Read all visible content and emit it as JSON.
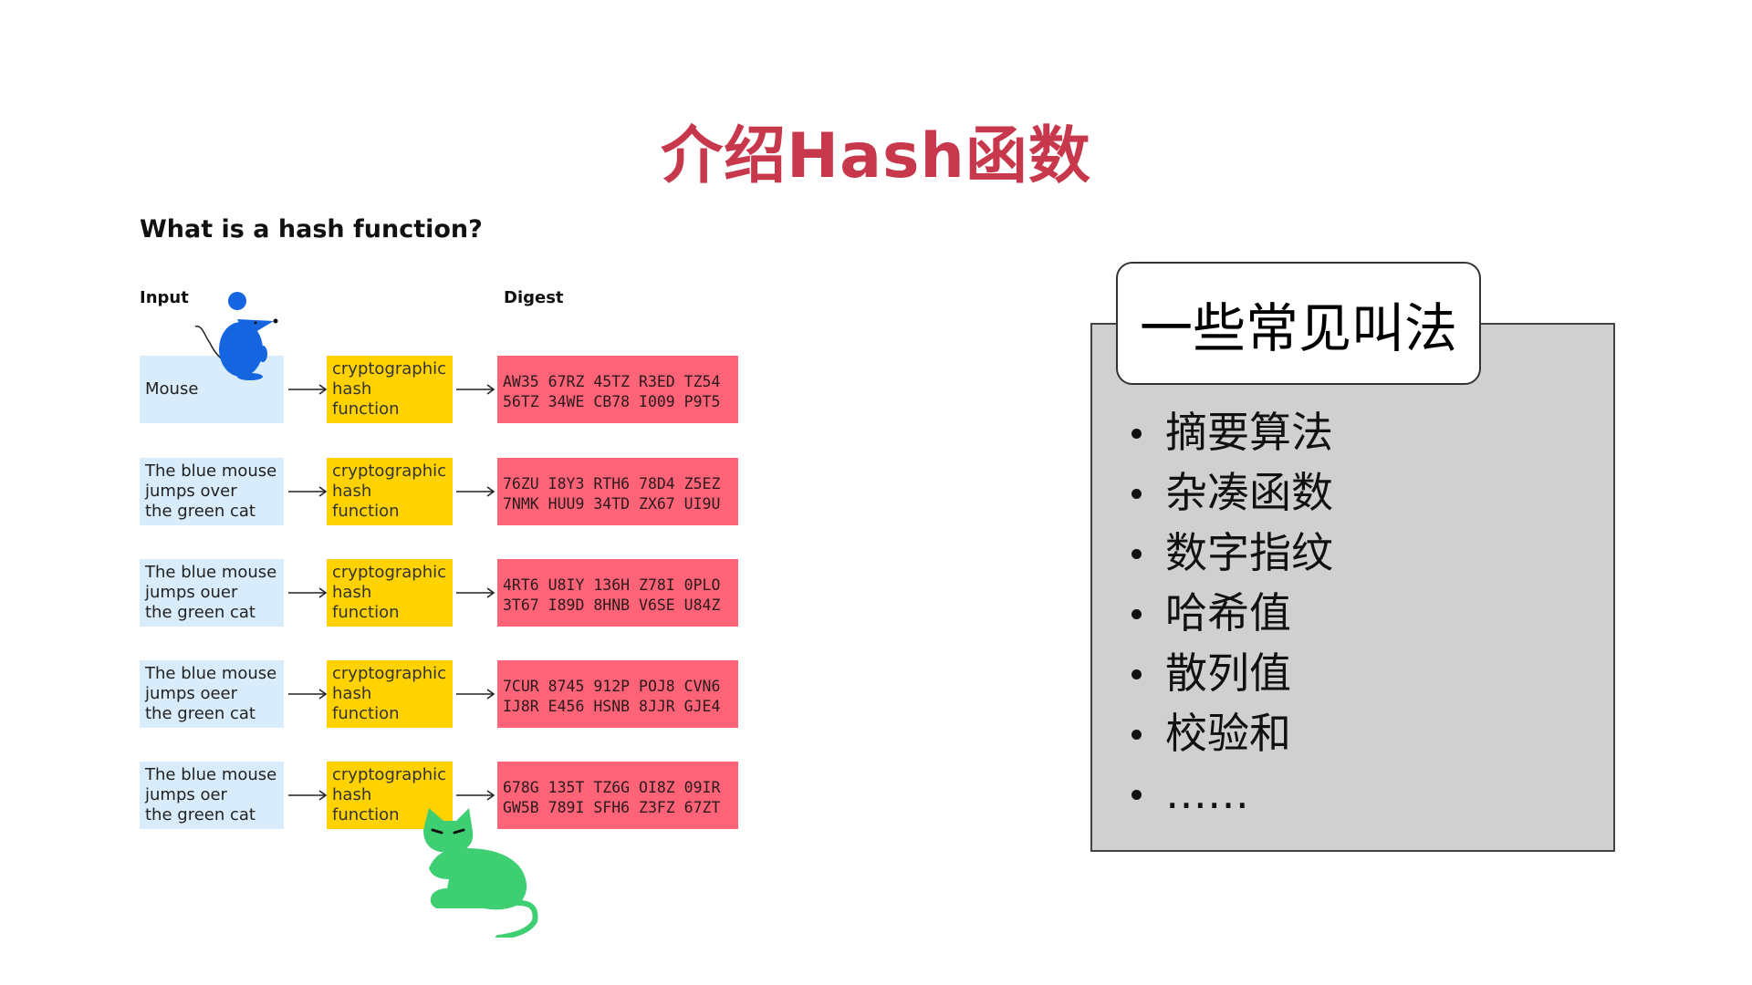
{
  "title": "介绍Hash函数",
  "diagram": {
    "heading": "What is a hash function?",
    "input_label": "Input",
    "digest_label": "Digest",
    "rows": [
      {
        "input": "Mouse",
        "hash": "cryptographic\nhash\nfunction",
        "digest": "AW35 67RZ 45TZ R3ED TZ54\n56TZ 34WE CB78 I009 P9T5"
      },
      {
        "input": "The blue mouse\njumps over\nthe green cat",
        "hash": "cryptographic\nhash\nfunction",
        "digest": "76ZU I8Y3 RTH6 78D4 Z5EZ\n7NMK HUU9 34TD ZX67 UI9U"
      },
      {
        "input": "The blue mouse\njumps ouer\nthe green cat",
        "hash": "cryptographic\nhash\nfunction",
        "digest": "4RT6 U8IY 136H Z78I 0PLO\n3T67 I89D 8HNB V6SE U84Z"
      },
      {
        "input": "The blue mouse\njumps oeer\nthe green cat",
        "hash": "cryptographic\nhash\nfunction",
        "digest": "7CUR 8745 912P POJ8 CVN6\nIJ8R E456 HSNB 8JJR GJE4"
      },
      {
        "input": "The blue mouse\njumps oer\nthe green cat",
        "hash": "cryptographic\nhash\nfunction",
        "digest": "678G 135T TZ6G OI8Z 09IR\nGW5B 789I SFH6 Z3FZ 67ZT"
      }
    ],
    "colors": {
      "input_bg": "#d9ecfb",
      "hash_bg": "#ffd200",
      "digest_bg": "#ff6378",
      "mouse": "#1565e0",
      "cat": "#3ecf72"
    }
  },
  "callout": {
    "title": "一些常见叫法",
    "items": [
      "摘要算法",
      "杂凑函数",
      "数字指纹",
      "哈希值",
      "散列值",
      "校验和",
      "……"
    ]
  },
  "colors": {
    "title": "#c8384c",
    "panel_bg": "#d0d0d0"
  }
}
